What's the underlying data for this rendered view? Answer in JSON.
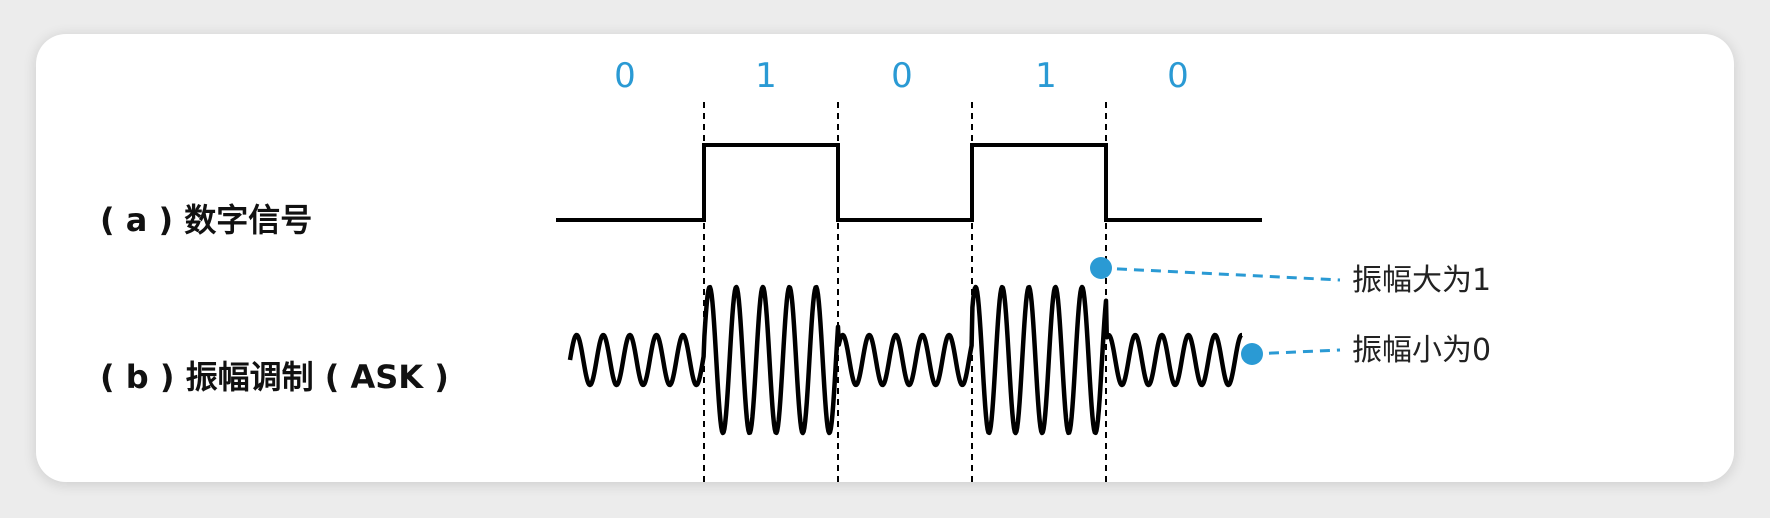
{
  "bits": [
    {
      "label": "0",
      "value": 0
    },
    {
      "label": "1",
      "value": 1
    },
    {
      "label": "0",
      "value": 0
    },
    {
      "label": "1",
      "value": 1
    },
    {
      "label": "0",
      "value": 0
    }
  ],
  "labels": {
    "digital": "( a ) 数字信号",
    "ask": "( b ) 振幅调制 ( ASK )"
  },
  "annotations": {
    "high": "振幅大为1",
    "low": "振幅小为0"
  },
  "colors": {
    "accent": "#2a9ad4",
    "stroke": "#000000"
  }
}
